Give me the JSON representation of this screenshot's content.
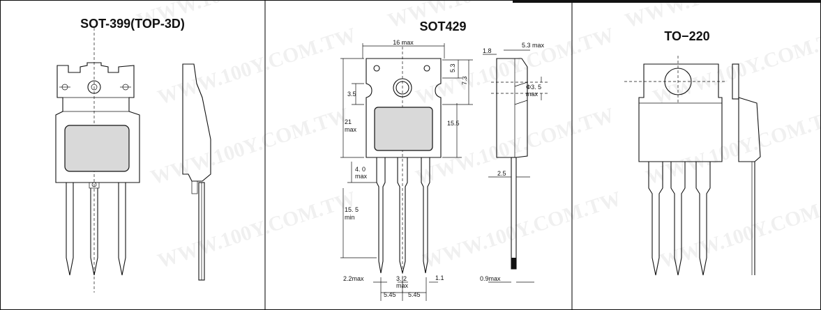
{
  "panels": [
    {
      "title": "SOT-399(TOP-3D)"
    },
    {
      "title": "SOT429"
    },
    {
      "title": "TO−220"
    }
  ],
  "sot429_dims": {
    "width": "16 max",
    "tab_height": "21 max",
    "hole_offset": "3.5",
    "lead_shoulder": "4.0 max",
    "lead_length": "15.5 min",
    "body_height": "15.5",
    "top_a": "5.3",
    "top_b": "7.3",
    "lead_width": "2.2max",
    "mid_lead": "3.2 max",
    "pitch_left": "5.45",
    "pitch_right": "5.45",
    "tip": "1.1"
  },
  "side_dims": {
    "top_thick": "1.8",
    "depth": "5.3 max",
    "hole_dia": "Φ3.5 max",
    "lead_offset": "2.5",
    "lead_thick": "0.9max"
  },
  "watermark": "WWW.100Y.COM.TW"
}
